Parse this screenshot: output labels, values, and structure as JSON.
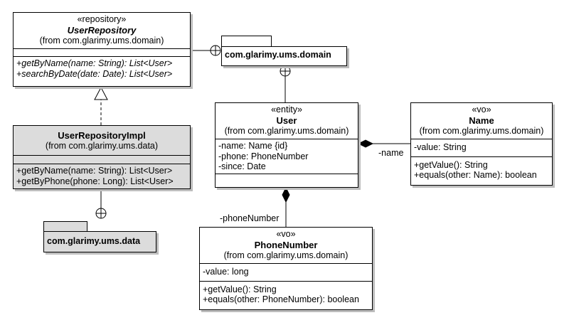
{
  "user_repository": {
    "stereotype": "«repository»",
    "name": "UserRepository",
    "from": "(from com.glarimy.ums.domain)",
    "operations": [
      "+getByName(name: String): List<User>",
      "+searchByDate(date: Date): List<User>"
    ]
  },
  "user_repository_impl": {
    "name": "UserRepositoryImpl",
    "from": "(from com.glarimy.ums.data)",
    "operations": [
      "+getByName(name: String): List<User>",
      "+getByPhone(phone: Long): List<User>"
    ]
  },
  "package_domain": {
    "name": "com.glarimy.ums.domain"
  },
  "package_data": {
    "name": "com.glarimy.ums.data"
  },
  "user": {
    "stereotype": "«entity»",
    "name": "User",
    "from": "(from com.glarimy.ums.domain)",
    "attributes": [
      "-name: Name {id}",
      "-phone: PhoneNumber",
      "-since: Date"
    ]
  },
  "name_vo": {
    "stereotype": "«vo»",
    "name": "Name",
    "from": "(from com.glarimy.ums.domain)",
    "attributes": [
      "-value: String"
    ],
    "operations": [
      "+getValue(): String",
      "+equals(other: Name): boolean"
    ]
  },
  "phone_number": {
    "stereotype": "«vo»",
    "name": "PhoneNumber",
    "from": "(from com.glarimy.ums.domain)",
    "attributes": [
      "-value: long"
    ],
    "operations": [
      "+getValue(): String",
      "+equals(other: PhoneNumber): boolean"
    ]
  },
  "association_labels": {
    "name_role": "-name",
    "phone_role": "-phoneNumber"
  }
}
